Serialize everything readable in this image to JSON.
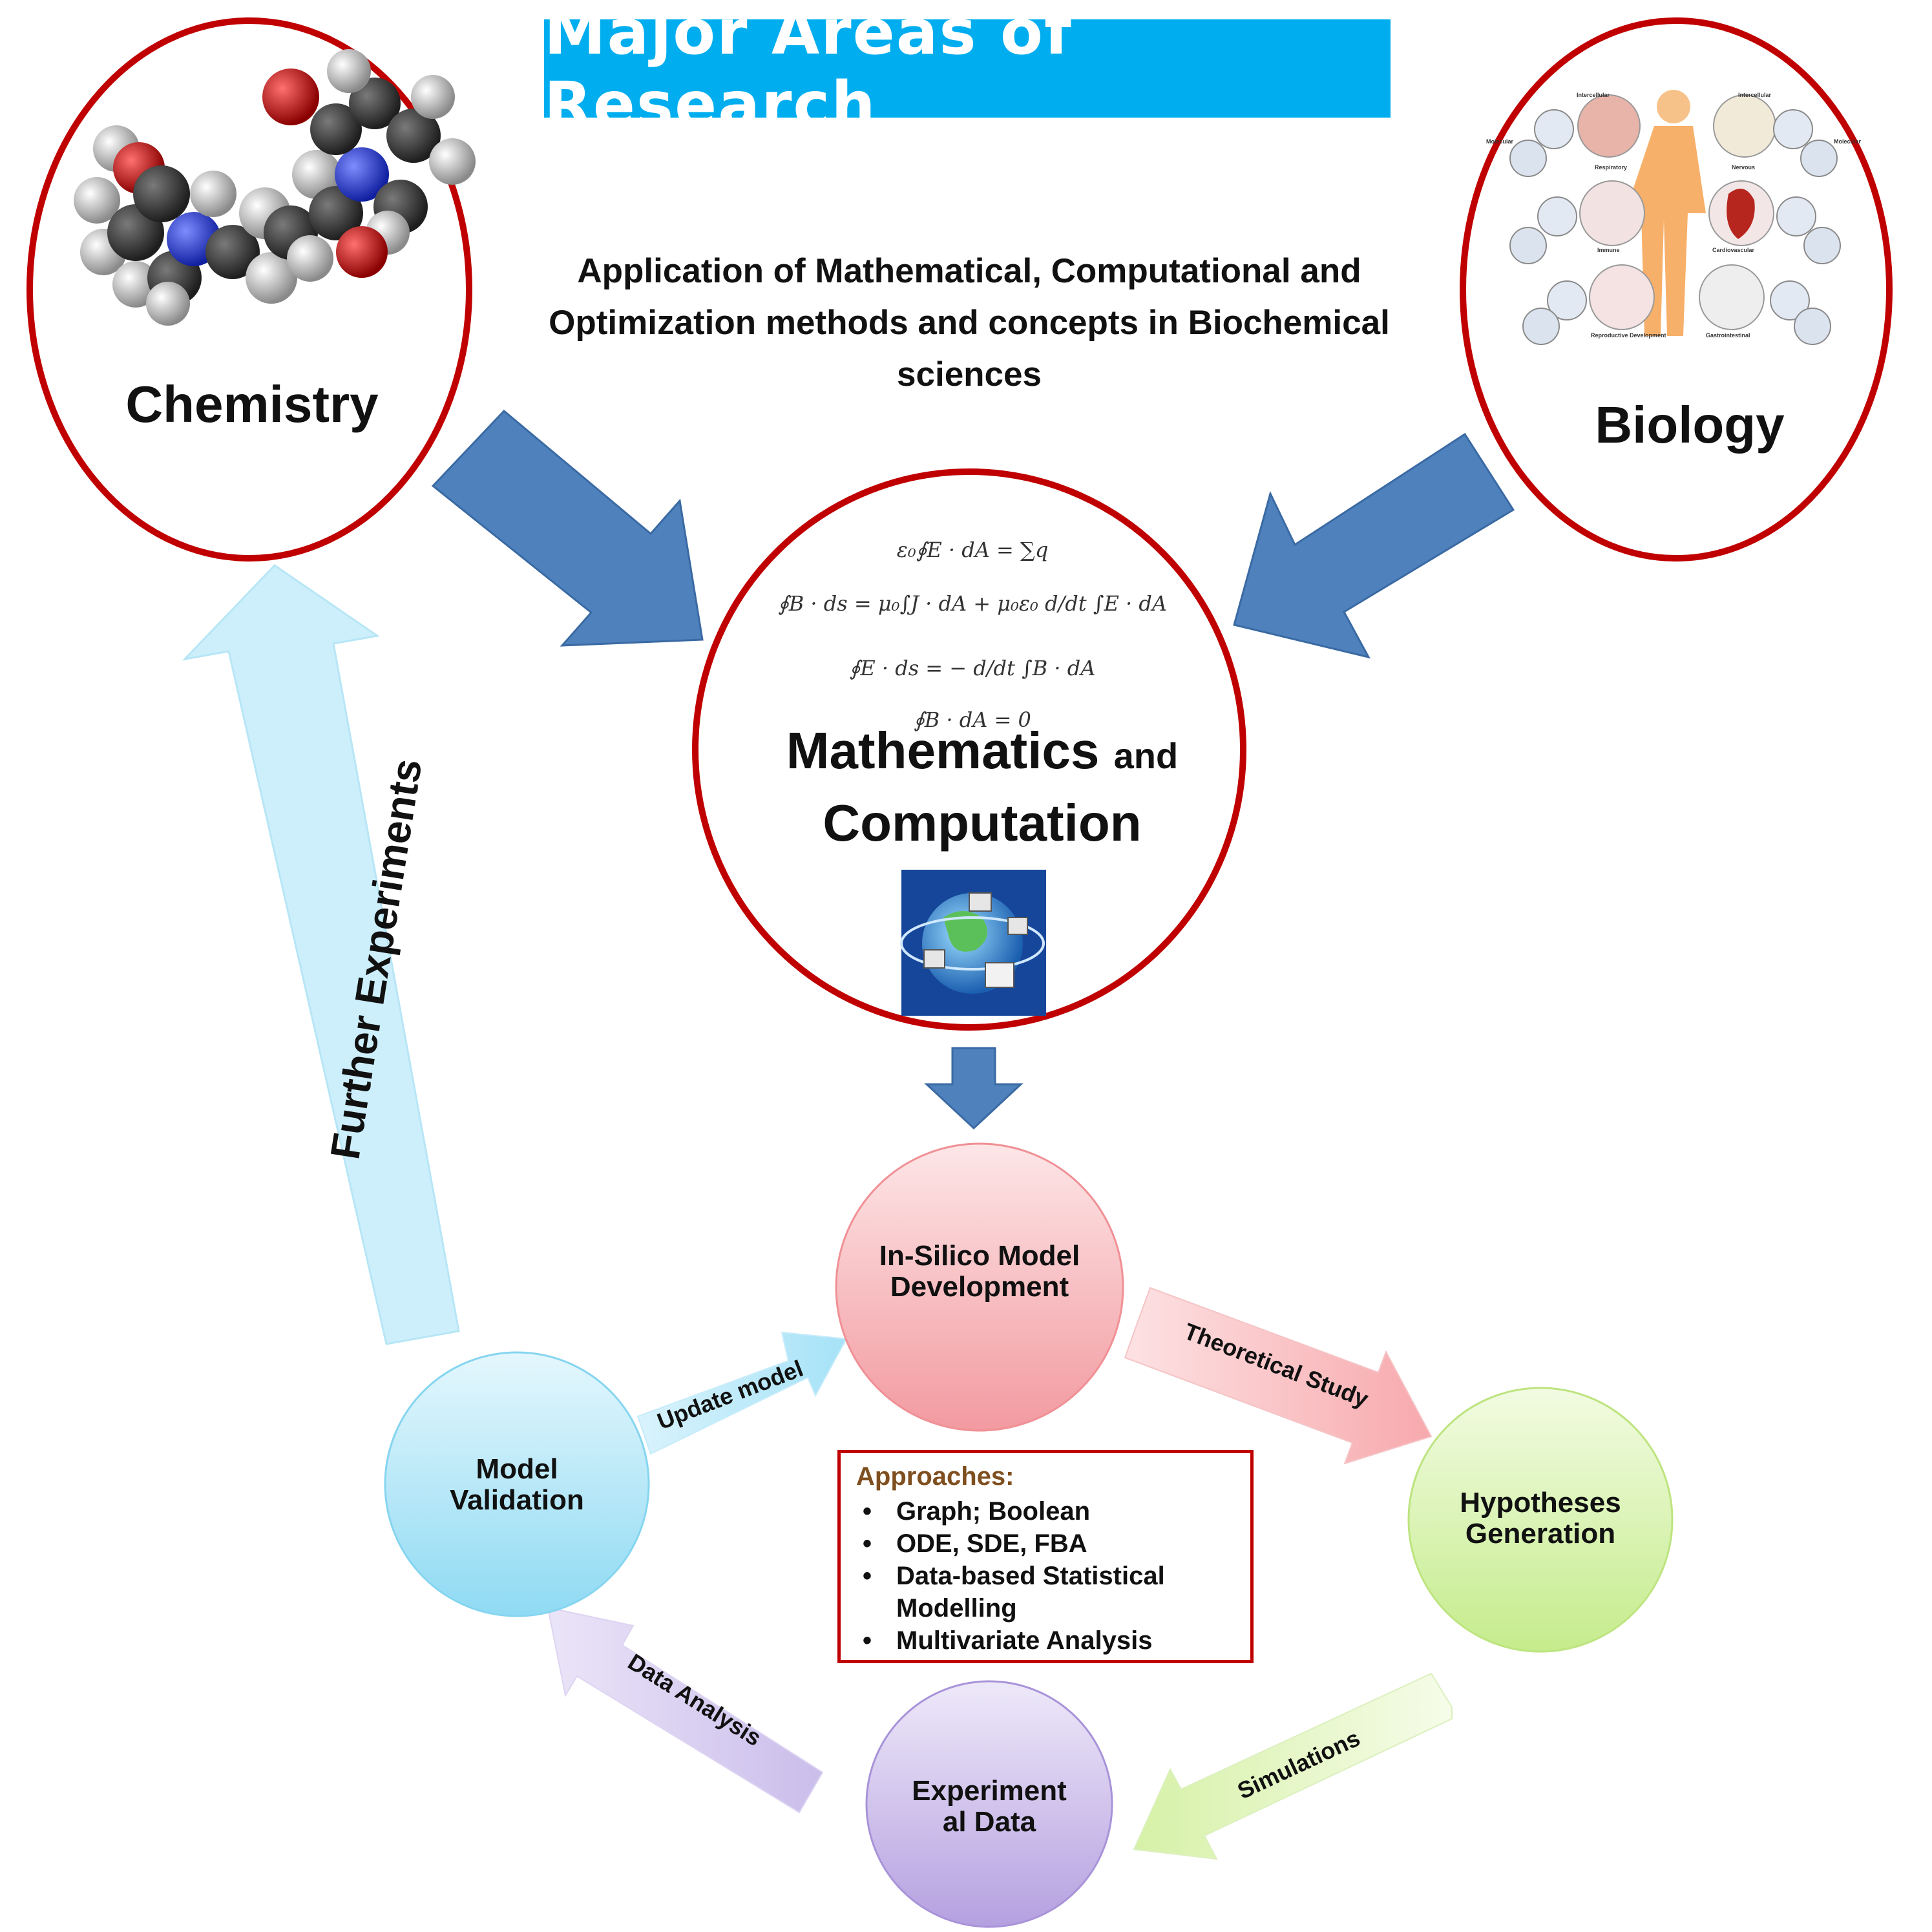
{
  "title": "Major Areas of Research",
  "subtitle": "Application of Mathematical, Computational and Optimization methods and concepts in Biochemical sciences",
  "areas": {
    "chemistry": "Chemistry",
    "biology": "Biology",
    "math_main": "Mathematics",
    "math_and": "and",
    "computation": "Computation"
  },
  "equations": [
    "ε₀∮E · dA = ∑q",
    "∮B · ds = μ₀∫J · dA + μ₀ε₀ d/dt ∫E · dA",
    "∮E · ds = − d/dt ∫B · dA",
    "∮B · dA = 0"
  ],
  "cycle": {
    "in_silico": "In-Silico Model Development",
    "hypotheses": "Hypotheses Generation",
    "experimental": "Experiment al Data",
    "validation": "Model Validation"
  },
  "cycle_arrows": {
    "theoretical": "Theoretical Study",
    "simulations": "Simulations",
    "data_analysis": "Data Analysis",
    "update_model": "Update model",
    "further": "Further Experiments"
  },
  "approaches": {
    "title": "Approaches:",
    "items": [
      "Graph; Boolean",
      "ODE, SDE, FBA",
      "Data-based Statistical Modelling",
      "Multivariate Analysis"
    ]
  },
  "biology_image_labels": {
    "intercellular": "Intercellular",
    "molecular": "Molecular",
    "respiratory": "Respiratory",
    "nervous": "Nervous",
    "immune": "Immune",
    "cardiovascular": "Cardiovascular",
    "reproductive": "Reproductive Development",
    "gastrointestinal": "Gastrointestinal"
  },
  "colors": {
    "title_bg": "#00aeef",
    "circle_border": "#c00000",
    "big_arrow": "#4f81bd",
    "in_silico": "#f4a8ab",
    "hypotheses": "#cdef9a",
    "experimental": "#b9a5e2",
    "validation": "#9edff5"
  }
}
